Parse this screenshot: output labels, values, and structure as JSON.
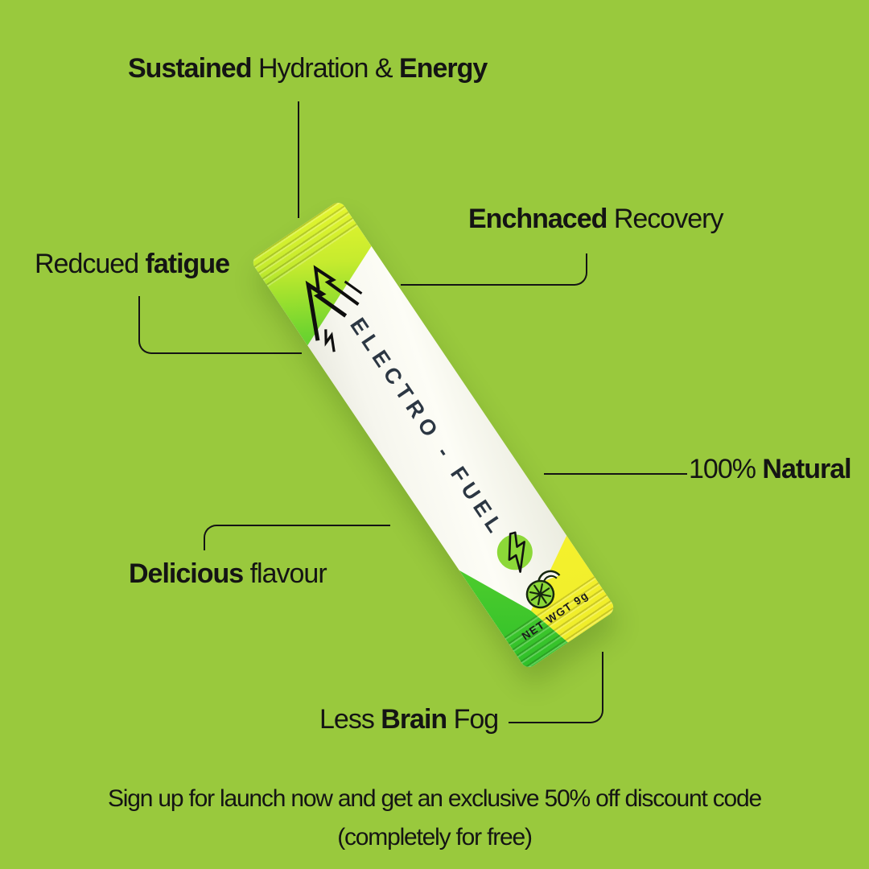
{
  "callouts": {
    "sustained": {
      "segments": [
        {
          "t": "Sustained ",
          "b": true
        },
        {
          "t": "Hydration & ",
          "b": false
        },
        {
          "t": "Energy",
          "b": true
        }
      ]
    },
    "enchnaced": {
      "segments": [
        {
          "t": "Enchnaced ",
          "b": true
        },
        {
          "t": "Recovery",
          "b": false
        }
      ]
    },
    "redcued": {
      "segments": [
        {
          "t": "Redcued ",
          "b": false
        },
        {
          "t": "fatigue",
          "b": true
        }
      ]
    },
    "natural": {
      "segments": [
        {
          "t": "100% ",
          "b": false
        },
        {
          "t": "Natural",
          "b": true
        }
      ]
    },
    "delicious": {
      "segments": [
        {
          "t": "Delicious ",
          "b": true
        },
        {
          "t": "flavour",
          "b": false
        }
      ]
    },
    "brainfog": {
      "segments": [
        {
          "t": "Less ",
          "b": false
        },
        {
          "t": "Brain",
          "b": true
        },
        {
          "t": " Fog",
          "b": false
        }
      ]
    }
  },
  "packet": {
    "name": "ELECTRO - FUEL",
    "net_weight": "NET WGT 9g",
    "icons": [
      "mountain-crack-icon",
      "lightning-bolt-icon",
      "lime-icon"
    ]
  },
  "footer": {
    "line1": "Sign up for launch now and get an exclusive 50% off discount code",
    "line2": "(completely for free)"
  },
  "colors": {
    "bg": "#99c93d",
    "ink": "#141414",
    "pkt-white": "#f6f6ee",
    "pkt-text": "#2c3743",
    "top-yellow": "#e8f72f",
    "top-green": "#3cc42d",
    "bot-green": "#2ec02a",
    "bot-yellow": "#efec2a",
    "bolt-circle": "#8cd838",
    "crack": "#0e0e0e"
  }
}
